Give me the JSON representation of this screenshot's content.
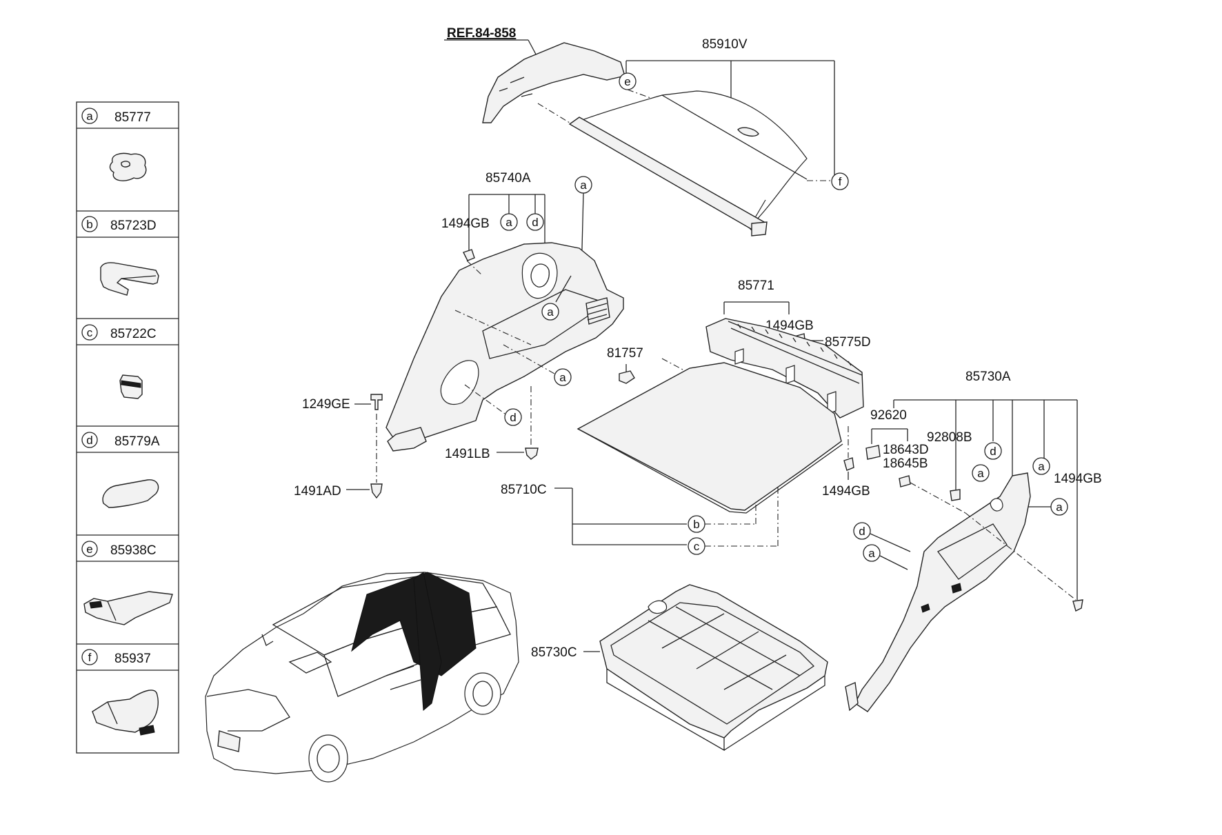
{
  "ref_label": "REF.84-858",
  "legend": {
    "items": [
      {
        "letter": "a",
        "part": "85777"
      },
      {
        "letter": "b",
        "part": "85723D"
      },
      {
        "letter": "c",
        "part": "85722C"
      },
      {
        "letter": "d",
        "part": "85779A"
      },
      {
        "letter": "e",
        "part": "85938C"
      },
      {
        "letter": "f",
        "part": "85937"
      }
    ]
  },
  "labels": {
    "p85910V": "85910V",
    "p85740A": "85740A",
    "p1494GB_left": "1494GB",
    "p1249GE": "1249GE",
    "p1491LB": "1491LB",
    "p1491AD": "1491AD",
    "p85771": "85771",
    "p1494GB_top": "1494GB",
    "p85775D": "85775D",
    "p81757": "81757",
    "p85710C": "85710C",
    "p1494GB_mid": "1494GB",
    "p85730A": "85730A",
    "p92620": "92620",
    "p92808B": "92808B",
    "p18643D": "18643D",
    "p18645B": "18645B",
    "p1494GB_right": "1494GB",
    "p85730C": "85730C"
  },
  "callouts": {
    "e": "e",
    "f": "f",
    "a": "a",
    "b": "b",
    "c": "c",
    "d": "d"
  }
}
